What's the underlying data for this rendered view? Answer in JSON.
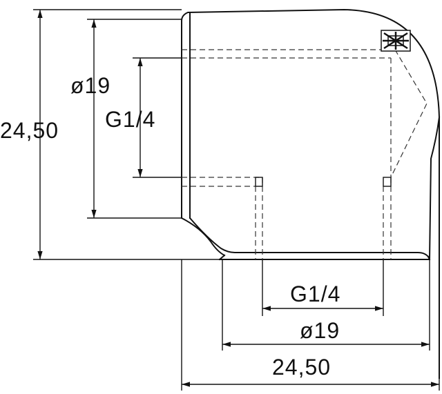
{
  "dimensions": {
    "overall_height": "24,50",
    "body_diameter_left": "ø19",
    "thread_left": "G1/4",
    "thread_bottom": "G1/4",
    "body_diameter_bottom": "ø19",
    "overall_width": "24,50"
  },
  "colors": {
    "line": "#111111",
    "background": "#ffffff"
  },
  "icons": {
    "logo": "manufacturer-logo-icon"
  }
}
